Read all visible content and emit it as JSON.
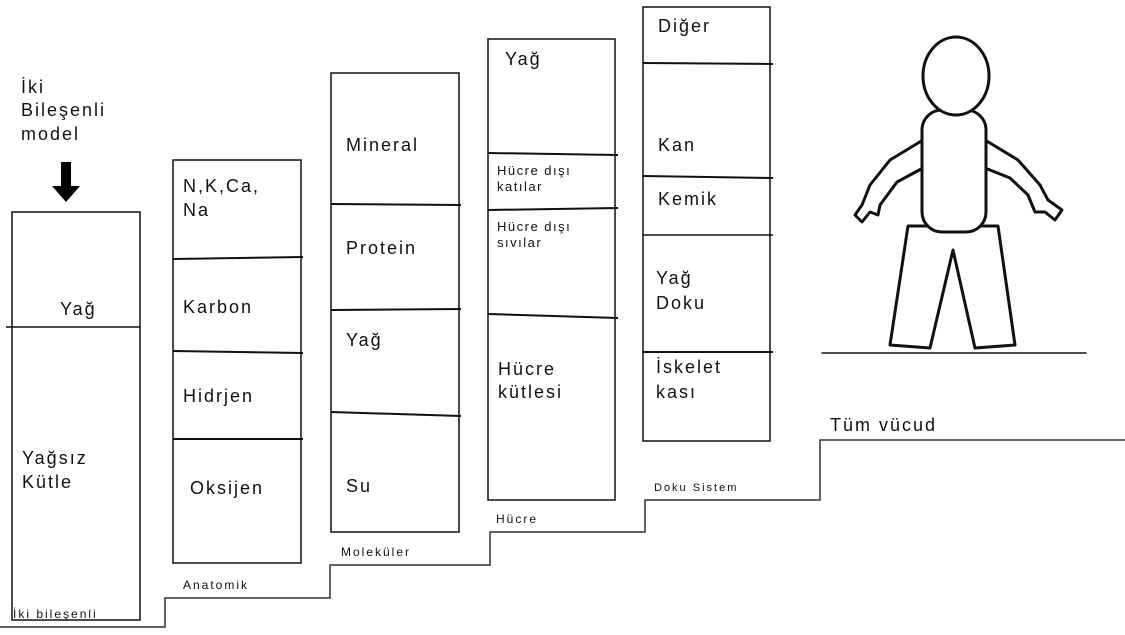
{
  "two_component_model": {
    "title": "İki\nBileşenli\nmodel",
    "column": [
      "Yağ",
      "Yağsız\nKütle"
    ]
  },
  "anatomic": [
    "N,K,Ca,\nNa",
    "Karbon",
    "Hidrjen",
    "Oksijen"
  ],
  "molecular": [
    "Mineral",
    "Protein",
    "Yağ",
    "Su"
  ],
  "cellular": [
    "Yağ",
    "Hücre dışı\nkatılar",
    "Hücre dışı\nsıvılar",
    "Hücre\nkütlesi"
  ],
  "tissue_system": [
    "Diğer",
    "Kan",
    "Kemik",
    "Yağ\nDoku",
    "İskelet\nkası"
  ],
  "levels": {
    "two_component": "İki bileşenli",
    "anatomic": "Anatomik",
    "molecular": "Moleküler",
    "cellular": "Hücre",
    "tissue_system": "Doku Sistem",
    "whole_body": "Tüm vücud"
  },
  "icons": {
    "arrow": "down-arrow-icon",
    "figure": "human-figure-icon"
  }
}
